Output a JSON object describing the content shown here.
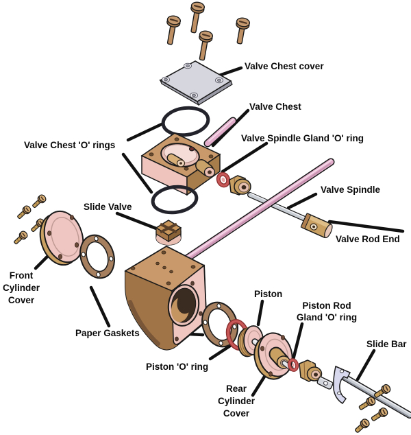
{
  "figure": {
    "type": "exploded-assembly-diagram",
    "subject": "model steam engine cylinder assembly",
    "background": "#ffffff"
  },
  "palette": {
    "outline": "#1a1a1a",
    "label_text": "#0a0a0a",
    "leader_line": "#111111",
    "brass_light": "#d9b077",
    "brass": "#c79b63",
    "brass_dark": "#a87d4c",
    "brass_shadow": "#8a6238",
    "screw_tan": "#be8f62",
    "pink_face": "#f0c6c0",
    "pink_cavity": "#e8c0b8",
    "rod_pink": "#e2aecb",
    "rod_gray": "#c9cdd4",
    "steel_plate": "#d6d6de",
    "lavender_bracket": "#d8d8ee",
    "red_oring": "#c85858",
    "red_oring_dark": "#8e3030",
    "gasket_brown": "#a57f5e",
    "black_oring": "#23232c"
  },
  "labels": {
    "valve_chest_cover": {
      "text": "Valve Chest cover"
    },
    "valve_chest": {
      "text": "Valve Chest"
    },
    "valve_spindle_gland_o_ring": {
      "text": "Valve Spindle Gland 'O' ring"
    },
    "valve_chest_o_rings": {
      "text": "Valve Chest 'O' rings"
    },
    "slide_valve": {
      "text": "Slide Valve"
    },
    "valve_spindle": {
      "text": "Valve Spindle"
    },
    "valve_rod_end": {
      "text": "Valve Rod End"
    },
    "front_cylinder_cover": {
      "line1": "Front",
      "line2": "Cylinder",
      "line3": "Cover"
    },
    "paper_gaskets": {
      "text": "Paper Gaskets"
    },
    "piston_o_ring": {
      "text": "Piston 'O' ring"
    },
    "piston": {
      "text": "Piston"
    },
    "piston_rod_gland_o_ring": {
      "line1": "Piston Rod",
      "line2": "Gland 'O' ring"
    },
    "rear_cylinder_cover": {
      "line1": "Rear",
      "line2": "Cylinder",
      "line3": "Cover"
    },
    "slide_bar": {
      "text": "Slide Bar"
    }
  },
  "parts_visible": [
    "cover screws (4)",
    "valve chest cover",
    "valve chest 'O' rings (2)",
    "valve chest",
    "valve spindle gland 'O' ring",
    "valve spindle gland nut",
    "slide valve",
    "valve spindle",
    "valve rod end",
    "cylinder block",
    "front cylinder cover",
    "front cover screws (4)",
    "paper gaskets (2)",
    "piston 'O' ring",
    "piston",
    "piston rod",
    "rear cylinder cover",
    "piston rod gland 'O' ring",
    "piston rod gland nut",
    "slide bar",
    "slide bar screws (4)"
  ]
}
